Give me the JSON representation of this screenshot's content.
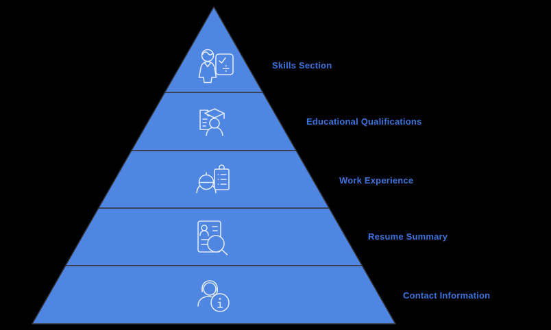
{
  "colors": {
    "background": "#000000",
    "fill": "#4e86e1",
    "stroke": "#33333b",
    "label": "#3d73dc",
    "icon": "#dfe9fb"
  },
  "levels": [
    {
      "label": "Skills Section",
      "icon": "skills-presentation-icon"
    },
    {
      "label": "Educational Qualifications",
      "icon": "education-graduation-icon"
    },
    {
      "label": "Work Experience",
      "icon": "worker-helmet-clipboard-icon"
    },
    {
      "label": "Resume Summary",
      "icon": "resume-magnifier-icon"
    },
    {
      "label": "Contact Information",
      "icon": "contact-headset-info-icon"
    }
  ]
}
